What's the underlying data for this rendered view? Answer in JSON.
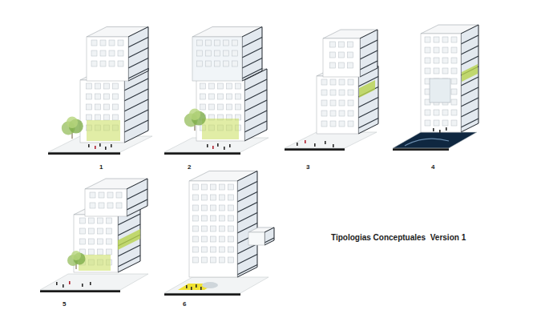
{
  "diagram": {
    "title": "Tipologias Conceptuales  Version 1",
    "labels": [
      "1",
      "2",
      "3",
      "4",
      "5",
      "6"
    ]
  }
}
